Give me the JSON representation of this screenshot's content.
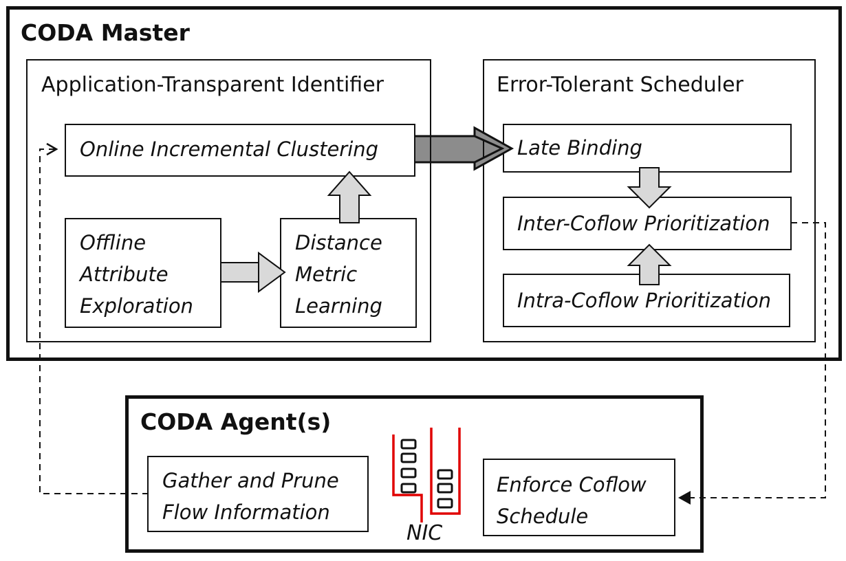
{
  "master": {
    "title": "CODA Master",
    "identifier": {
      "title": "Application-Transparent Identifier",
      "clustering": "Online Incremental Clustering",
      "exploration": [
        "Offline",
        "Attribute",
        "Exploration"
      ],
      "metric": [
        "Distance",
        "Metric",
        "Learning"
      ]
    },
    "scheduler": {
      "title": "Error-Tolerant Scheduler",
      "late_binding": "Late Binding",
      "inter": "Inter-Coflow Prioritization",
      "intra": "Intra-Coflow Prioritization"
    }
  },
  "agent": {
    "title": "CODA Agent(s)",
    "gather": [
      "Gather and Prune",
      "Flow Information"
    ],
    "enforce": [
      "Enforce Coflow",
      "Schedule"
    ],
    "nic": "NIC"
  },
  "colors": {
    "arrow_light": "#d9d9d9",
    "arrow_dark": "#8c8c8c",
    "nic": "#e00000",
    "line": "#111111"
  }
}
